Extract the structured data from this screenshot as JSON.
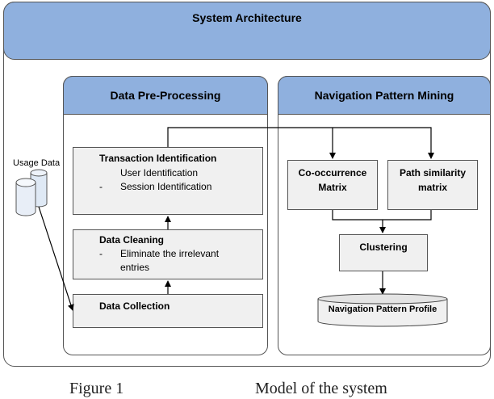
{
  "header": {
    "title": "System Architecture"
  },
  "left_panel": {
    "title": "Data Pre-Processing",
    "transaction": {
      "title": "Transaction Identification",
      "items": [
        "User Identification",
        "Session Identification"
      ],
      "bullet": "-"
    },
    "cleaning": {
      "title": "Data Cleaning",
      "bullet": "-",
      "item_line1": "Eliminate the irrelevant",
      "item_line2": "entries"
    },
    "collection": {
      "title": "Data Collection"
    }
  },
  "right_panel": {
    "title": "Navigation Pattern Mining",
    "cooccurrence": {
      "line1": "Co-occurrence",
      "line2": "Matrix"
    },
    "path_similarity": {
      "line1": "Path similarity",
      "line2": "matrix"
    },
    "clustering": "Clustering",
    "profile": "Navigation Pattern Profile"
  },
  "usage_data": {
    "label": "Usage Data"
  },
  "caption": {
    "left": "Figure 1",
    "right": "Model of the system"
  }
}
